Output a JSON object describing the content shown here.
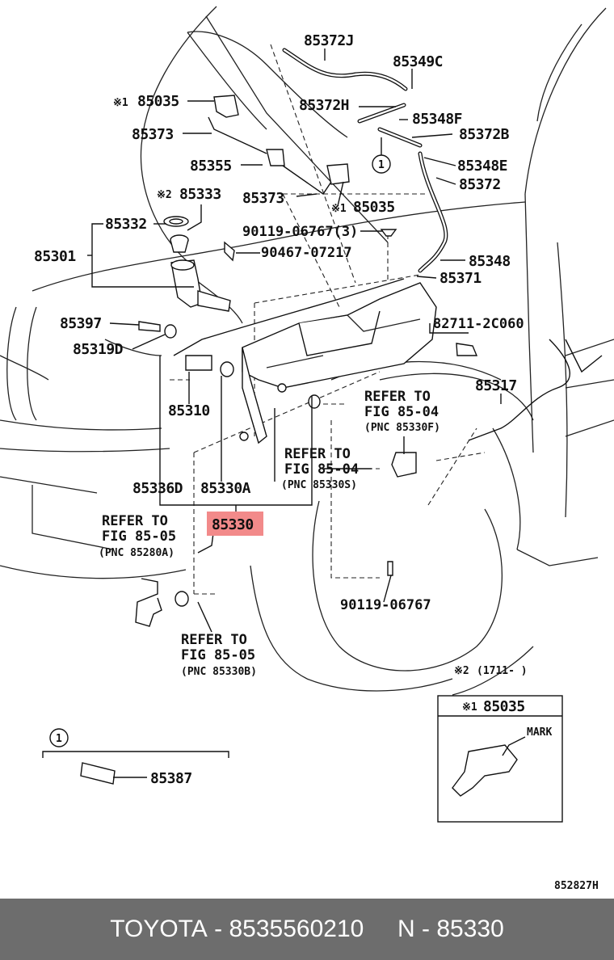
{
  "diagram": {
    "labels": {
      "l85372J": "85372J",
      "l85349C": "85349C",
      "l85035a": "85035",
      "l85372H": "85372H",
      "l85348F": "85348F",
      "l85373a": "85373",
      "l85372B": "85372B",
      "l85355": "85355",
      "l85348E": "85348E",
      "l85333": "85333",
      "l85373b": "85373",
      "l85372": "85372",
      "l85035b": "85035",
      "l85332": "85332",
      "l90119a": "90119-06767(3)",
      "l85301": "85301",
      "l90467": "90467-07217",
      "l85348": "85348",
      "l85371": "85371",
      "l85397": "85397",
      "l82711": "82711-2C060",
      "l85319D": "85319D",
      "l85317": "85317",
      "l85310": "85310",
      "l85336D": "85336D",
      "l85330A": "85330A",
      "l85330": "85330",
      "l90119b": "90119-06767",
      "l85387": "85387",
      "box85035": "85035",
      "mark": "MARK",
      "code": "852827H"
    },
    "refs": {
      "r1a": "REFER TO",
      "r1b": "FIG 85-04",
      "r1c": "(PNC 85330F)",
      "r2a": "REFER TO",
      "r2b": "FIG 85-04",
      "r2c": "(PNC 85330S)",
      "r3a": "REFER TO",
      "r3b": "FIG 85-05",
      "r3c": "(PNC 85280A)",
      "r4a": "REFER TO",
      "r4b": "FIG 85-05",
      "r4c": "(PNC 85330B)"
    },
    "marks": {
      "m1": "※1",
      "m2": "※2",
      "m3": "※1",
      "m4": "※1",
      "m5": "※2",
      "c1": "1",
      "c2": "1"
    },
    "note": "(1711-     )"
  },
  "footer": {
    "brand": "TOYOTA",
    "part_number": "8535560210",
    "pnc": "N - 85330"
  }
}
